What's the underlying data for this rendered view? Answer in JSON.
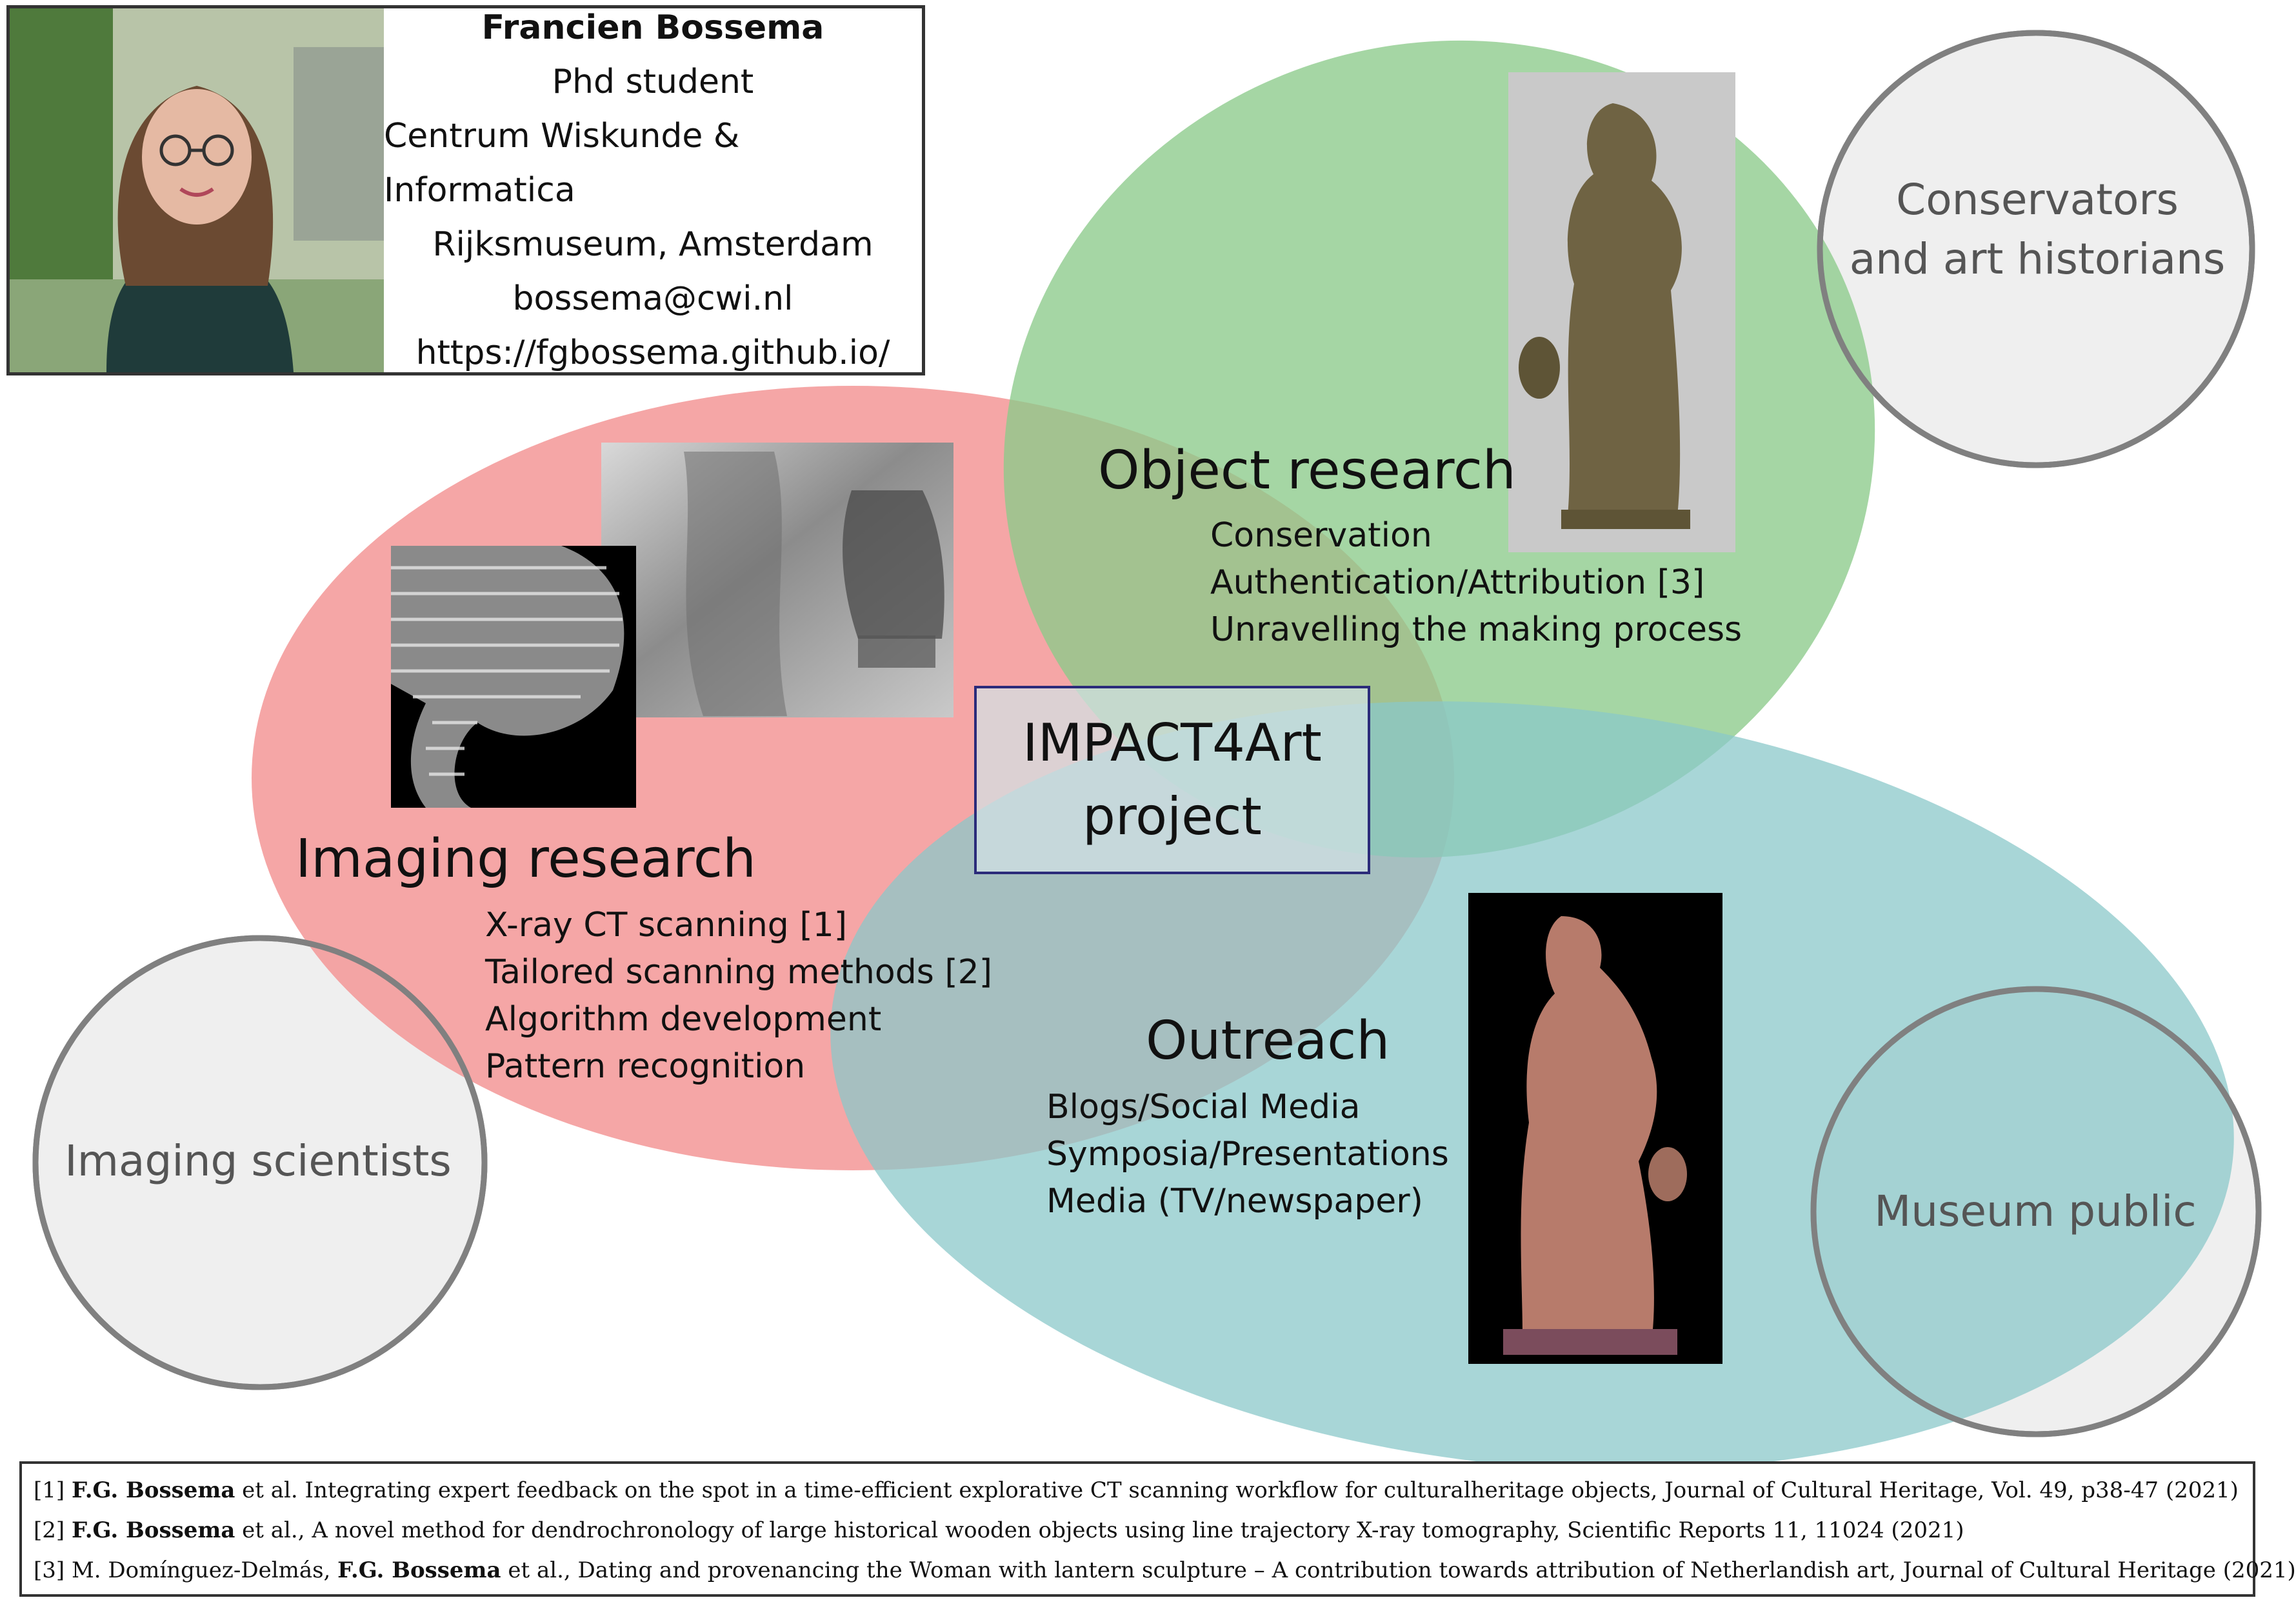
{
  "profile": {
    "name": "Francien Bossema",
    "role": "Phd student",
    "affiliation_1": "Centrum Wiskunde & Informatica",
    "affiliation_2": "Rijksmuseum, Amsterdam",
    "email": "bossema@cwi.nl",
    "website": "https://fgbossema.github.io/"
  },
  "center": {
    "line_1": "IMPACT4Art",
    "line_2": "project"
  },
  "imaging_research": {
    "title": "Imaging research",
    "items": [
      "X-ray CT scanning [1]",
      "Tailored scanning methods [2]",
      "Algorithm development",
      "Pattern recognition"
    ]
  },
  "object_research": {
    "title": "Object research",
    "items": [
      "Conservation",
      "Authentication/Attribution [3]",
      "Unravelling the making process"
    ]
  },
  "outreach": {
    "title": "Outreach",
    "items": [
      "Blogs/Social Media",
      "Symposia/Presentations",
      "Media (TV/newspaper)"
    ]
  },
  "stakeholders": {
    "imaging": "Imaging scientists",
    "conservators_1": "Conservators",
    "conservators_2": "and art historians",
    "museum": "Museum public"
  },
  "references": [
    {
      "prefix": "[1] ",
      "bold": "F.G. Bossema",
      "text": " et al. Integrating expert feedback on the spot in a time-efficient explorative CT scanning workflow for culturalheritage objects, Journal of Cultural Heritage, Vol. 49, p38-47 (2021)"
    },
    {
      "prefix": "[2] ",
      "bold": "F.G. Bossema",
      "text": " et al., A novel method for dendrochronology of large historical wooden objects using line trajectory X-ray tomography, Scientific Reports 11, 11024 (2021)"
    },
    {
      "prefix": "[3] M. Domínguez-Delmás, ",
      "bold": "F.G. Bossema",
      "text": " et al., Dating and provenancing the Woman with lantern sculpture – A contribution towards attribution of Netherlandish art, Journal of Cultural Heritage (2021)"
    }
  ],
  "colors": {
    "imaging": "#f7a1a1",
    "object": "#a5d5a3",
    "outreach": "#a7d3d3",
    "stakeholder_fill": "#efefef",
    "stakeholder_stroke": "#808080"
  }
}
